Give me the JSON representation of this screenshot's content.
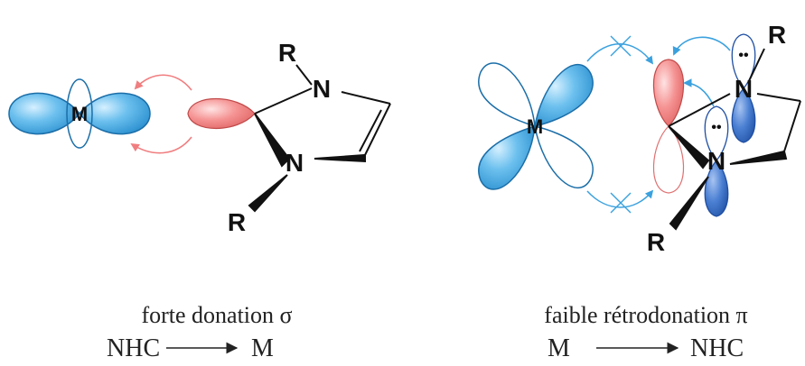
{
  "left_panel": {
    "metal_label": "M",
    "r_top": "R",
    "r_bottom": "R",
    "n_top": "N",
    "n_bottom": "N",
    "caption": "forte donation σ",
    "equation_from": "NHC",
    "equation_to": "M"
  },
  "right_panel": {
    "metal_label": "M",
    "r_top": "R",
    "r_bottom": "R",
    "n_top": "N",
    "n_bottom": "N",
    "lone_pair_top": "••",
    "lone_pair_bottom": "••",
    "caption": "faible rétrodonation π",
    "equation_from": "M",
    "equation_to": "NHC"
  },
  "colors": {
    "metal_orbital": "#5ab4e6",
    "carbene_sigma": "#f07e80",
    "nitrogen_p": "#3a6fc0",
    "curved_arrow_sigma": "#f07e80",
    "curved_arrow_pi": "#3ba1de"
  }
}
